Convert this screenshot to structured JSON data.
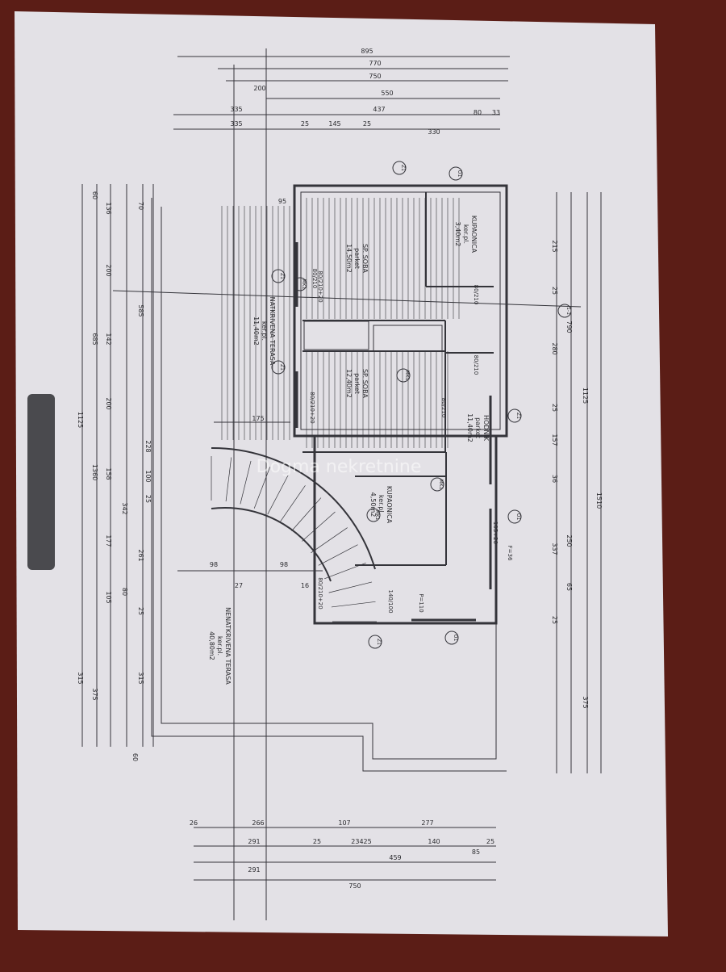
{
  "colors": {
    "background": "#5b1d16",
    "paper": "#e3e1e6",
    "ink": "#2f2f35",
    "tab": "#4a4a4e"
  },
  "watermark": "Dogma nekretnine",
  "rooms": [
    {
      "name": "KUPAONICA",
      "floor": "ker.pl.",
      "area": "3,40m2"
    },
    {
      "name": "SP. SOBA",
      "floor": "parket",
      "area": "14,50m2"
    },
    {
      "name": "SP. SOBA",
      "floor": "parket",
      "area": "12,40m2"
    },
    {
      "name": "HODNIK",
      "floor": "parket",
      "area": "11,40m2"
    },
    {
      "name": "KUPAONICA",
      "floor": "ker.pl.",
      "area": "4,50m2"
    },
    {
      "name": "NATKRIVENA TERASA",
      "floor": "ker.pl.",
      "area": "11,40m2"
    },
    {
      "name": "NENATKRIVENA TERASA",
      "floor": "ker.pl.",
      "area": "40,80m2"
    }
  ],
  "openings": [
    "80/210",
    "80/210",
    "80/210",
    "80/210",
    "80/210+20",
    "80/210+20",
    "80/210+20",
    "105+20",
    "140/100",
    "P=110",
    "F=36"
  ],
  "markers": [
    "Z1",
    "Z1",
    "Z1",
    "Z1",
    "Z1",
    "O1",
    "O1",
    "O1",
    "MK1",
    "MK1",
    "MK1",
    "MK1",
    "1-1"
  ],
  "dimensions": {
    "top": [
      "895",
      "770",
      "750",
      "200",
      "550",
      "335",
      "437",
      "80",
      "33",
      "335",
      "25",
      "145",
      "25",
      "330"
    ],
    "left": [
      "1125",
      "315",
      "60",
      "685",
      "1360",
      "375",
      "136",
      "200",
      "142",
      "200",
      "158",
      "177",
      "105",
      "342",
      "80",
      "70",
      "585",
      "228",
      "100",
      "25",
      "261",
      "25",
      "315",
      "60"
    ],
    "right": [
      "215",
      "25",
      "280",
      "25",
      "157",
      "36",
      "337",
      "25",
      "790",
      "250",
      "65",
      "1125",
      "375",
      "1510"
    ],
    "bottom": [
      "26",
      "266",
      "107",
      "277",
      "291",
      "25",
      "23425",
      "140",
      "85",
      "25",
      "459",
      "291",
      "750"
    ],
    "interior": [
      "95",
      "175",
      "98",
      "98",
      "27",
      "16"
    ]
  }
}
